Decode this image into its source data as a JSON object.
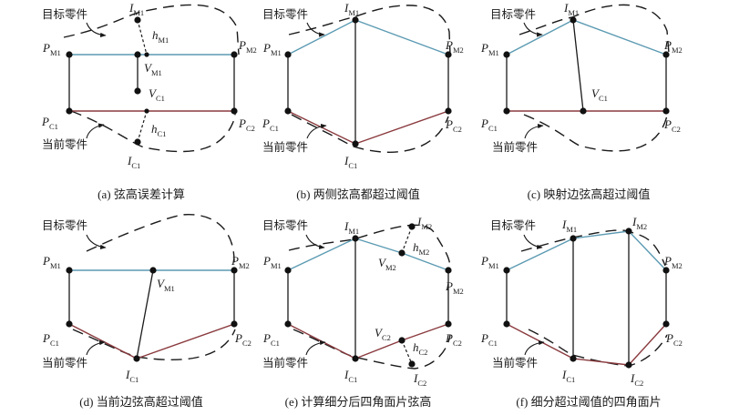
{
  "parts": {
    "target": "目标零件",
    "current": "当前零件"
  },
  "symbols": {
    "P": "P",
    "I": "I",
    "V": "V",
    "h": "h",
    "M1": "M1",
    "M2": "M2",
    "C1": "C1",
    "C2": "C2"
  },
  "captions": {
    "a": "(a) 弦高误差计算",
    "b": "(b) 两侧弦高都超过阈值",
    "c": "(c) 映射边弦高超过阈值",
    "d": "(d) 当前边弦高超过阈值",
    "e": "(e) 计算细分后四角面片弦高",
    "f": "(f) 细分超过阈值的四角面片"
  }
}
